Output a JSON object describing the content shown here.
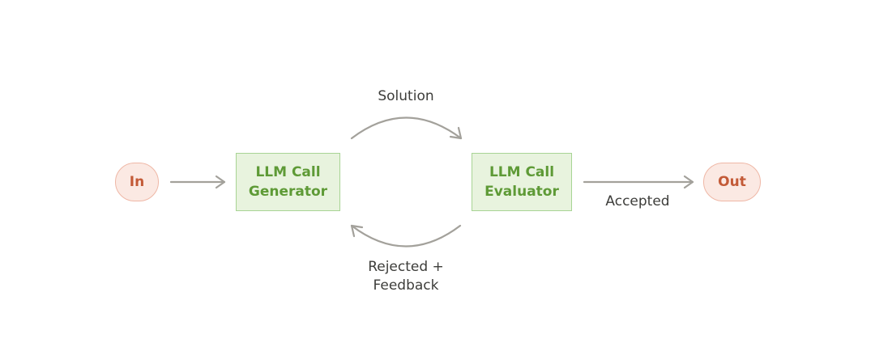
{
  "colors": {
    "terminal_fill": "#fbe9e3",
    "terminal_border": "#efb7a6",
    "terminal_text": "#c35a37",
    "llm_fill": "#e8f3de",
    "llm_border": "#a8d494",
    "llm_text": "#5e9a36",
    "arrow": "#a3a19b",
    "label_text": "#3d3d3a"
  },
  "nodes": {
    "input": {
      "label": "In"
    },
    "generator": {
      "line1": "LLM Call",
      "line2": "Generator"
    },
    "evaluator": {
      "line1": "LLM Call",
      "line2": "Evaluator"
    },
    "output": {
      "label": "Out"
    }
  },
  "edges": {
    "solution": {
      "label": "Solution"
    },
    "feedback": {
      "line1": "Rejected +",
      "line2": "Feedback"
    },
    "accepted": {
      "label": "Accepted"
    }
  }
}
